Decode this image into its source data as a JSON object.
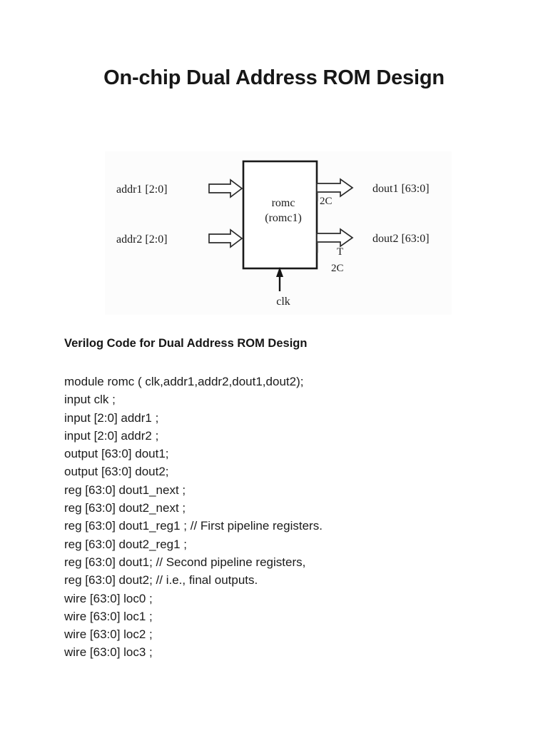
{
  "document": {
    "title": "On-chip Dual Address ROM Design",
    "section_heading": "Verilog Code for Dual Address ROM Design"
  },
  "figure": {
    "block_name_line1": "romc",
    "block_name_line2": "(romc1)",
    "inputs": [
      {
        "label": "addr1 [2:0]"
      },
      {
        "label": "addr2 [2:0]"
      }
    ],
    "outputs": [
      {
        "label": "dout1 [63:0]"
      },
      {
        "label": "dout2 [63:0]"
      }
    ],
    "clock_label": "clk",
    "annotations": {
      "top_mark": "2C",
      "mid_mark": "T",
      "bottom_mark": "2C"
    }
  },
  "code": {
    "lines": [
      "module romc ( clk,addr1,addr2,dout1,dout2);",
      "input clk ;",
      "input [2:0] addr1 ;",
      "input [2:0] addr2 ;",
      "output [63:0] dout1;",
      "output [63:0] dout2;",
      "reg [63:0] dout1_next ;",
      "reg [63:0] dout2_next ;",
      "reg [63:0] dout1_reg1 ; // First pipeline registers.",
      "reg [63:0] dout2_reg1 ;",
      "reg [63:0] dout1; // Second pipeline registers,",
      "reg [63:0] dout2; // i.e., final outputs.",
      "wire [63:0] loc0 ;",
      "wire [63:0] loc1 ;",
      "wire [63:0] loc2 ;",
      "wire [63:0] loc3 ;"
    ]
  }
}
